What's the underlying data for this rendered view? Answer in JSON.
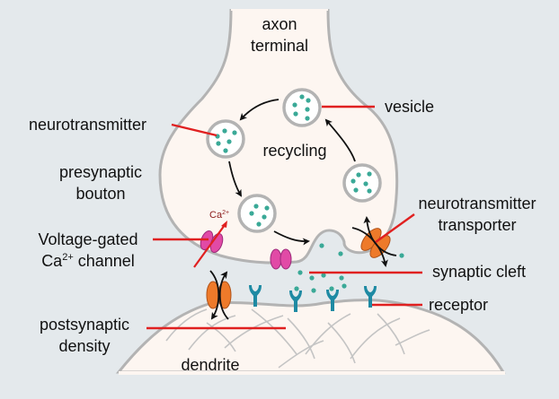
{
  "title": "Chemical synapse diagram",
  "colors": {
    "background": "#e4e9ec",
    "cell_fill": "#fdf6f1",
    "membrane": "#b3b3b3",
    "neurotransmitter": "#3aa997",
    "receptor": "#1e8aa3",
    "calcium_channel": "#e14aa6",
    "transporter": "#ee7a2a",
    "pointer_line": "#e02020",
    "arrow": "#111111",
    "calcium_text": "#8b1a1a"
  },
  "labels": {
    "axon_terminal": [
      "axon",
      "terminal"
    ],
    "recycling": "recycling",
    "vesicle": "vesicle",
    "neurotransmitter": "neurotransmitter",
    "presynaptic_bouton": [
      "presynaptic",
      "bouton"
    ],
    "voltage_gated_line1": "Voltage-gated",
    "voltage_gated_ca": "Ca",
    "voltage_gated_ca_charge": "2+",
    "voltage_gated_line2_rest": " channel",
    "calcium_ion": "Ca",
    "calcium_ion_charge": "2+",
    "neurotransmitter_transporter": [
      "neurotransmitter",
      "transporter"
    ],
    "synaptic_cleft": "synaptic cleft",
    "receptor": "receptor",
    "postsynaptic_density": [
      "postsynaptic",
      "density"
    ],
    "dendrite": "dendrite"
  },
  "structures": {
    "vesicles": [
      "vesicle-top-right",
      "vesicle-left",
      "vesicle-docking",
      "vesicle-right-lower"
    ],
    "receptors_count": 4,
    "calcium_channels_count": 2,
    "transporters_count": 2
  }
}
